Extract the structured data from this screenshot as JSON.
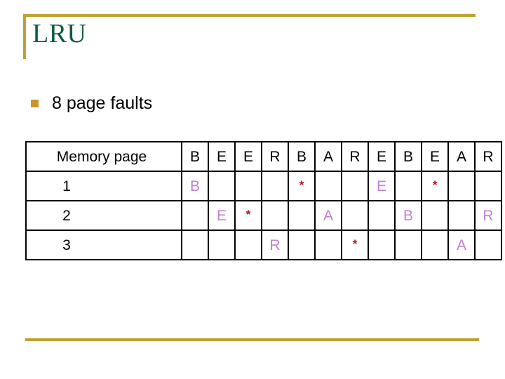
{
  "slide": {
    "title": "LRU",
    "accent_color": "#BFA131",
    "title_color": "#115C40"
  },
  "bullets": [
    {
      "marker": "square-bullet",
      "text": "8 page faults"
    }
  ],
  "table": {
    "label_header": "Memory page",
    "reference_string": [
      "B",
      "E",
      "E",
      "R",
      "B",
      "A",
      "R",
      "E",
      "B",
      "E",
      "A",
      "R"
    ],
    "letter_color": "#C07FD8",
    "hit_marker_color": "#B01020",
    "hit_marker": "*",
    "rows": [
      {
        "label": "1",
        "cells": [
          "B",
          "",
          "",
          "",
          "*",
          "",
          "",
          "E",
          "",
          "*",
          "",
          ""
        ]
      },
      {
        "label": "2",
        "cells": [
          "",
          "E",
          "*",
          "",
          "",
          "A",
          "",
          "",
          "B",
          "",
          "",
          "R"
        ]
      },
      {
        "label": "3",
        "cells": [
          "",
          "",
          "",
          "R",
          "",
          "",
          "*",
          "",
          "",
          "",
          "A",
          ""
        ]
      }
    ]
  }
}
